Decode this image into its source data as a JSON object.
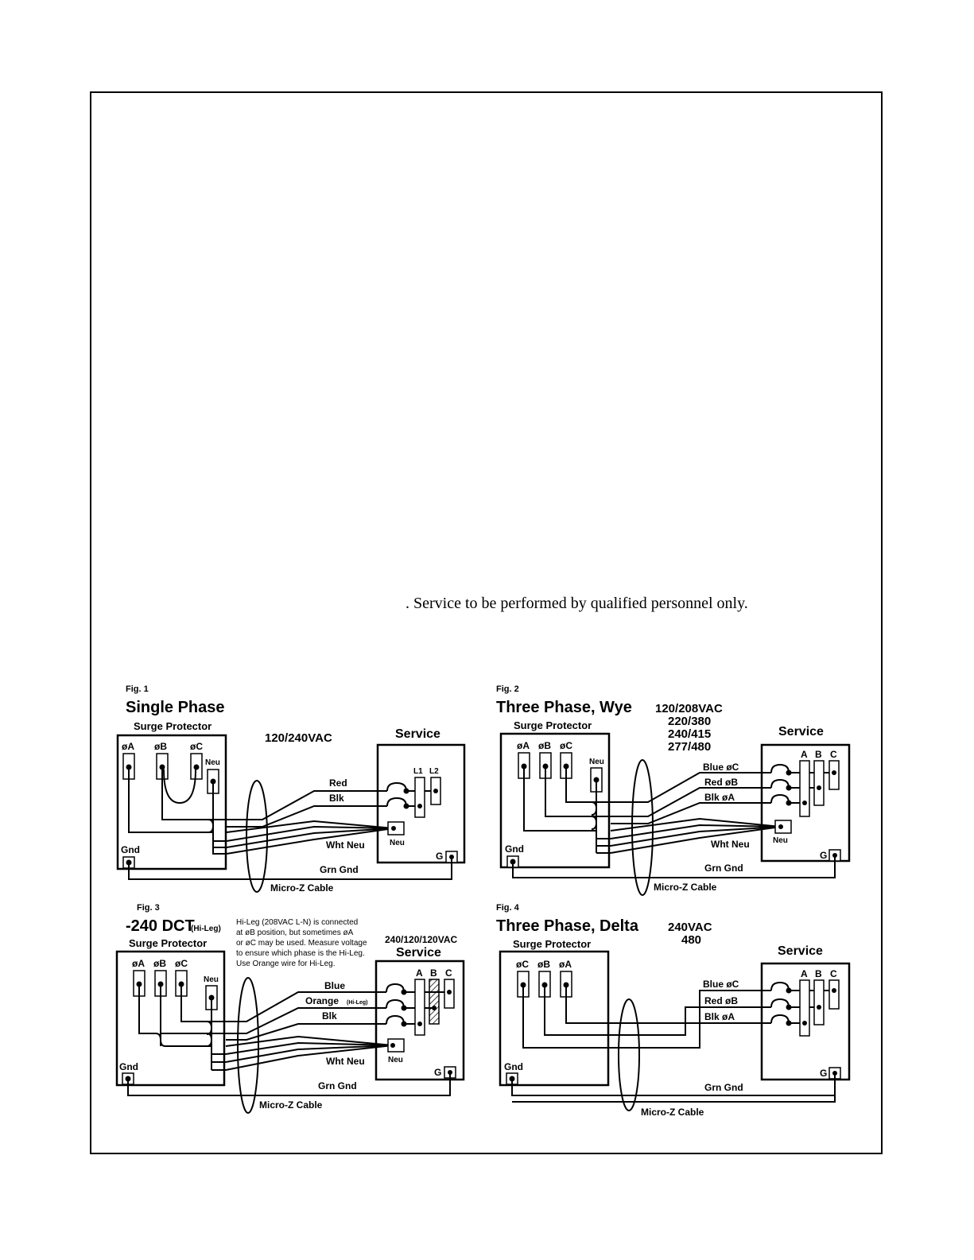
{
  "notice": ".  Service to be performed by qualified personnel only.",
  "common": {
    "surge_protector": "Surge Protector",
    "service": "Service",
    "gnd": "Gnd",
    "neu": "Neu",
    "g": "G",
    "grn_gnd": "Grn Gnd",
    "wht_neu": "Wht Neu",
    "cable": "Micro-Z Cable",
    "phase_a": "øA",
    "phase_b": "øB",
    "phase_c": "øC",
    "bus_a": "A",
    "bus_b": "B",
    "bus_c": "C"
  },
  "fig1": {
    "label": "Fig. 1",
    "title": "Single Phase",
    "voltage": "120/240VAC",
    "wires": [
      "Red",
      "Blk"
    ],
    "l1": "L1",
    "l2": "L2"
  },
  "fig2": {
    "label": "Fig. 2",
    "title": "Three Phase, Wye",
    "voltages": [
      "120/208VAC",
      "220/380",
      "240/415",
      "277/480"
    ],
    "wires": [
      "Blue øC",
      "Red øB",
      "Blk øA"
    ]
  },
  "fig3": {
    "label": "Fig. 3",
    "title": "-240 DCT",
    "title_suffix": "(Hi-Leg)",
    "voltage": "240/120/120VAC",
    "wires": [
      "Blue",
      "Orange",
      "Blk"
    ],
    "hileg": "(Hi-Leg)",
    "note": [
      "Hi-Leg (208VAC L-N) is connected",
      "at øB position, but sometimes øA",
      "or øC may be used. Measure voltage",
      "to ensure which phase is the Hi-Leg.",
      "Use Orange wire for Hi-Leg."
    ]
  },
  "fig4": {
    "label": "Fig. 4",
    "title": "Three Phase, Delta",
    "voltages": [
      "240VAC",
      "480"
    ],
    "wires": [
      "Blue øC",
      "Red øB",
      "Blk øA"
    ]
  }
}
